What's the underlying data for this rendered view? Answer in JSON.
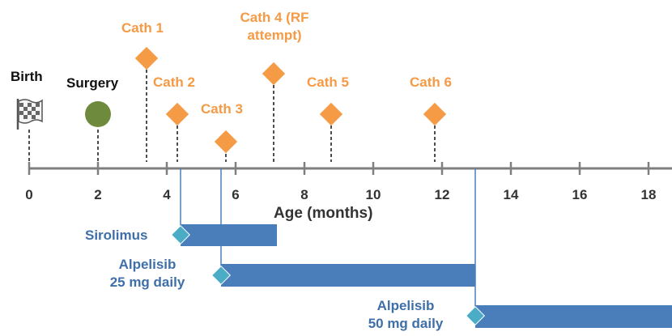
{
  "axis": {
    "label": "Age (months)",
    "ticks": [
      "0",
      "2",
      "4",
      "6",
      "8",
      "10",
      "12",
      "14",
      "16",
      "18"
    ]
  },
  "events": {
    "birth": "Birth",
    "surgery": "Surgery",
    "cath1": "Cath 1",
    "cath2": "Cath 2",
    "cath3": "Cath 3",
    "cath4_line1": "Cath 4 (RF",
    "cath4_line2": "attempt)",
    "cath5": "Cath 5",
    "cath6": "Cath 6"
  },
  "treatments": {
    "sirolimus": "Sirolimus",
    "alpelisib25_line1": "Alpelisib",
    "alpelisib25_line2": "25 mg daily",
    "alpelisib50_line1": "Alpelisib",
    "alpelisib50_line2": "50 mg daily"
  },
  "colors": {
    "event_marker": "#F59A45",
    "surgery_marker": "#6E8B3D",
    "treatment_bar": "#4A7EBB",
    "treatment_start": "#4BACC6",
    "axis": "#7F7F7F"
  }
}
